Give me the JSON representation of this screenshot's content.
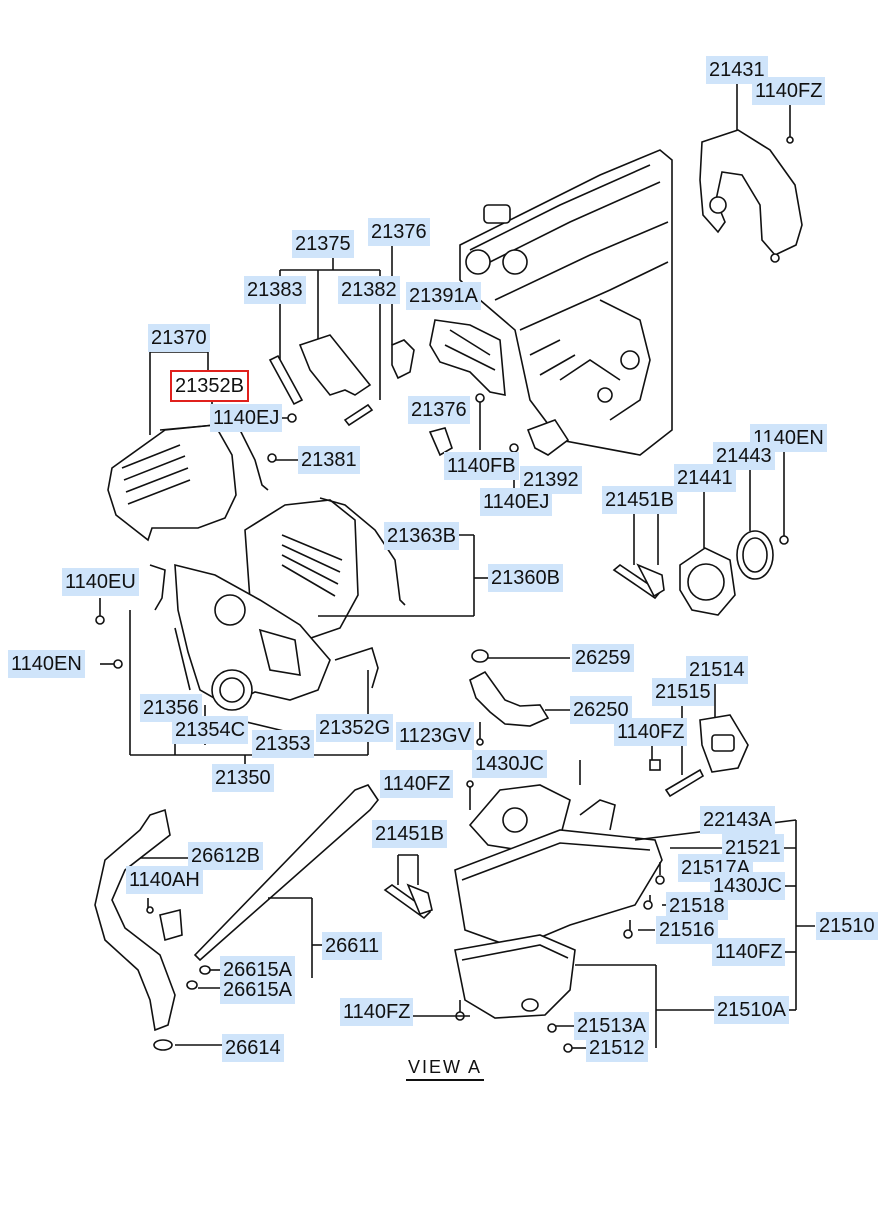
{
  "view_title": "VIEW  A",
  "labels": {
    "p21431": "21431",
    "p1140FZ_top": "1140FZ",
    "p21375": "21375",
    "p21376_top": "21376",
    "p21383": "21383",
    "p21382": "21382",
    "p21391A": "21391A",
    "p21370": "21370",
    "p21352B": "21352B",
    "p1140EJ_left": "1140EJ",
    "p21376_mid": "21376",
    "p21381": "21381",
    "p1140FB": "1140FB",
    "p21392": "21392",
    "p1140EJ_mid": "1140EJ",
    "p1140EN_right": "1140EN",
    "p21443": "21443",
    "p21441": "21441",
    "p21451B_top": "21451B",
    "p21363B": "21363B",
    "p21360B": "21360B",
    "p1140EU": "1140EU",
    "p1140EN_left": "1140EN",
    "p26259": "26259",
    "p21514": "21514",
    "p21515": "21515",
    "p26250": "26250",
    "p1140FZ_mid": "1140FZ",
    "p21356": "21356",
    "p21354C": "21354C",
    "p21353": "21353",
    "p21352G": "21352G",
    "p1123GV": "1123GV",
    "p1430JC_top": "1430JC",
    "p21350": "21350",
    "p1140FZ_pan": "1140FZ",
    "p22143A": "22143A",
    "p21451B_low": "21451B",
    "p21521": "21521",
    "p26612B": "26612B",
    "p21517A": "21517A",
    "p1140AH": "1140AH",
    "p1430JC_right": "1430JC",
    "p21518": "21518",
    "p21510": "21510",
    "p21516": "21516",
    "p26611": "26611",
    "p1140FZ_right": "1140FZ",
    "p26615A_1": "26615A",
    "p26615A_2": "26615A",
    "p1140FZ_bottom": "1140FZ",
    "p21510A": "21510A",
    "p21513A": "21513A",
    "p21512": "21512",
    "p26614": "26614"
  },
  "colors": {
    "label_bg": "#cfe4fa",
    "selected_outline": "#e0201c",
    "line": "#111111"
  },
  "selected_label": "21352B"
}
